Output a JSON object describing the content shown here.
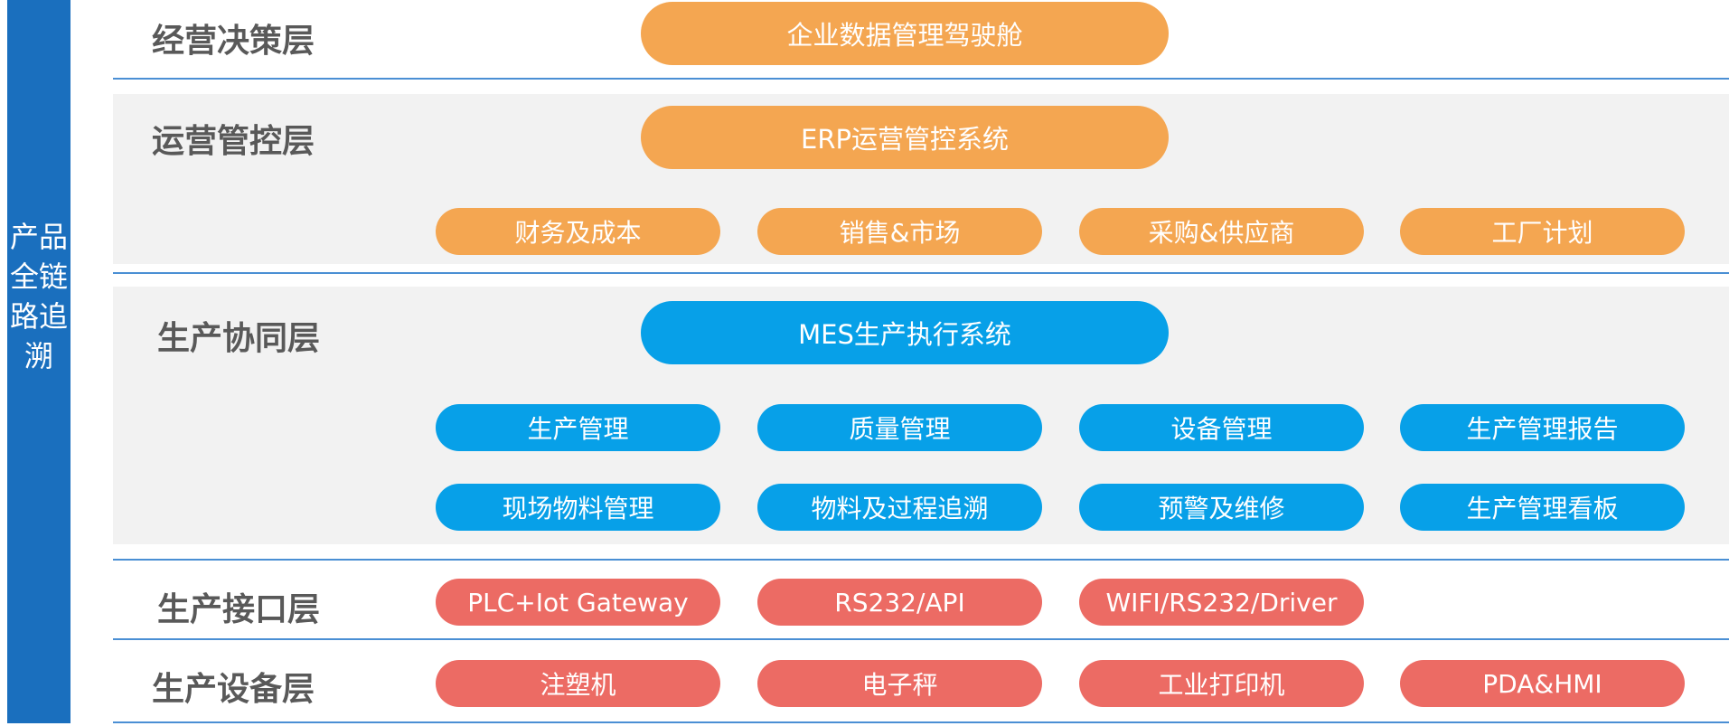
{
  "side_label": "产品全链路追溯",
  "colors": {
    "side_bar": "#1a6fbe",
    "orange": "#f4a651",
    "blue": "#07a0e8",
    "red": "#ec6b64",
    "rule": "#4a8fd4",
    "band": "#f2f2f2"
  },
  "layers": {
    "decision": {
      "label": "经营决策层",
      "main": "企业数据管理驾驶舱"
    },
    "operation": {
      "label": "运营管控层",
      "main": "ERP运营管控系统",
      "modules": [
        "财务及成本",
        "销售&市场",
        "采购&供应商",
        "工厂计划"
      ]
    },
    "production": {
      "label": "生产协同层",
      "main": "MES生产执行系统",
      "modules_row1": [
        "生产管理",
        "质量管理",
        "设备管理",
        "生产管理报告"
      ],
      "modules_row2": [
        "现场物料管理",
        "物料及过程追溯",
        "预警及维修",
        "生产管理看板"
      ]
    },
    "interface": {
      "label": "生产接口层",
      "items": [
        "PLC+Iot Gateway",
        "RS232/API",
        "WIFI/RS232/Driver"
      ]
    },
    "equipment": {
      "label": "生产设备层",
      "items": [
        "注塑机",
        "电子秤",
        "工业打印机",
        "PDA&HMI"
      ]
    }
  }
}
